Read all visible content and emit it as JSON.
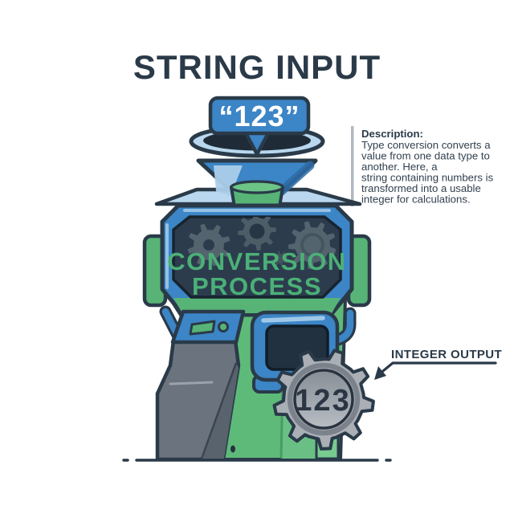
{
  "title": "STRING INPUT",
  "input_bubble": {
    "value": "“123”"
  },
  "machine": {
    "label_line1": "CONVERSION",
    "label_line2": "PROCESS"
  },
  "output": {
    "gear_value": "123",
    "label": "INTEGER OUTPUT"
  },
  "description": {
    "heading": "Description:",
    "lines": [
      "Type conversion converts a",
      "value from one data type to",
      "another. Here, a",
      "string containing numbers is",
      "transformed into a usable",
      "integer for calculations."
    ]
  },
  "colors": {
    "ink": "#2a3a49",
    "blue": "#3c85c6",
    "blue-light": "#b9d7ee",
    "blue-hi": "#9fc8e8",
    "blue-shade": "#2e6ca7",
    "panel": "#2c3c4d",
    "green": "#57b476",
    "green-body": "#5eba79",
    "green-text": "#4bb077",
    "gray-chute": "#6b747e",
    "gray-gear": "#a9afb5",
    "rule": "#b0b9c1",
    "white": "#ffffff"
  }
}
